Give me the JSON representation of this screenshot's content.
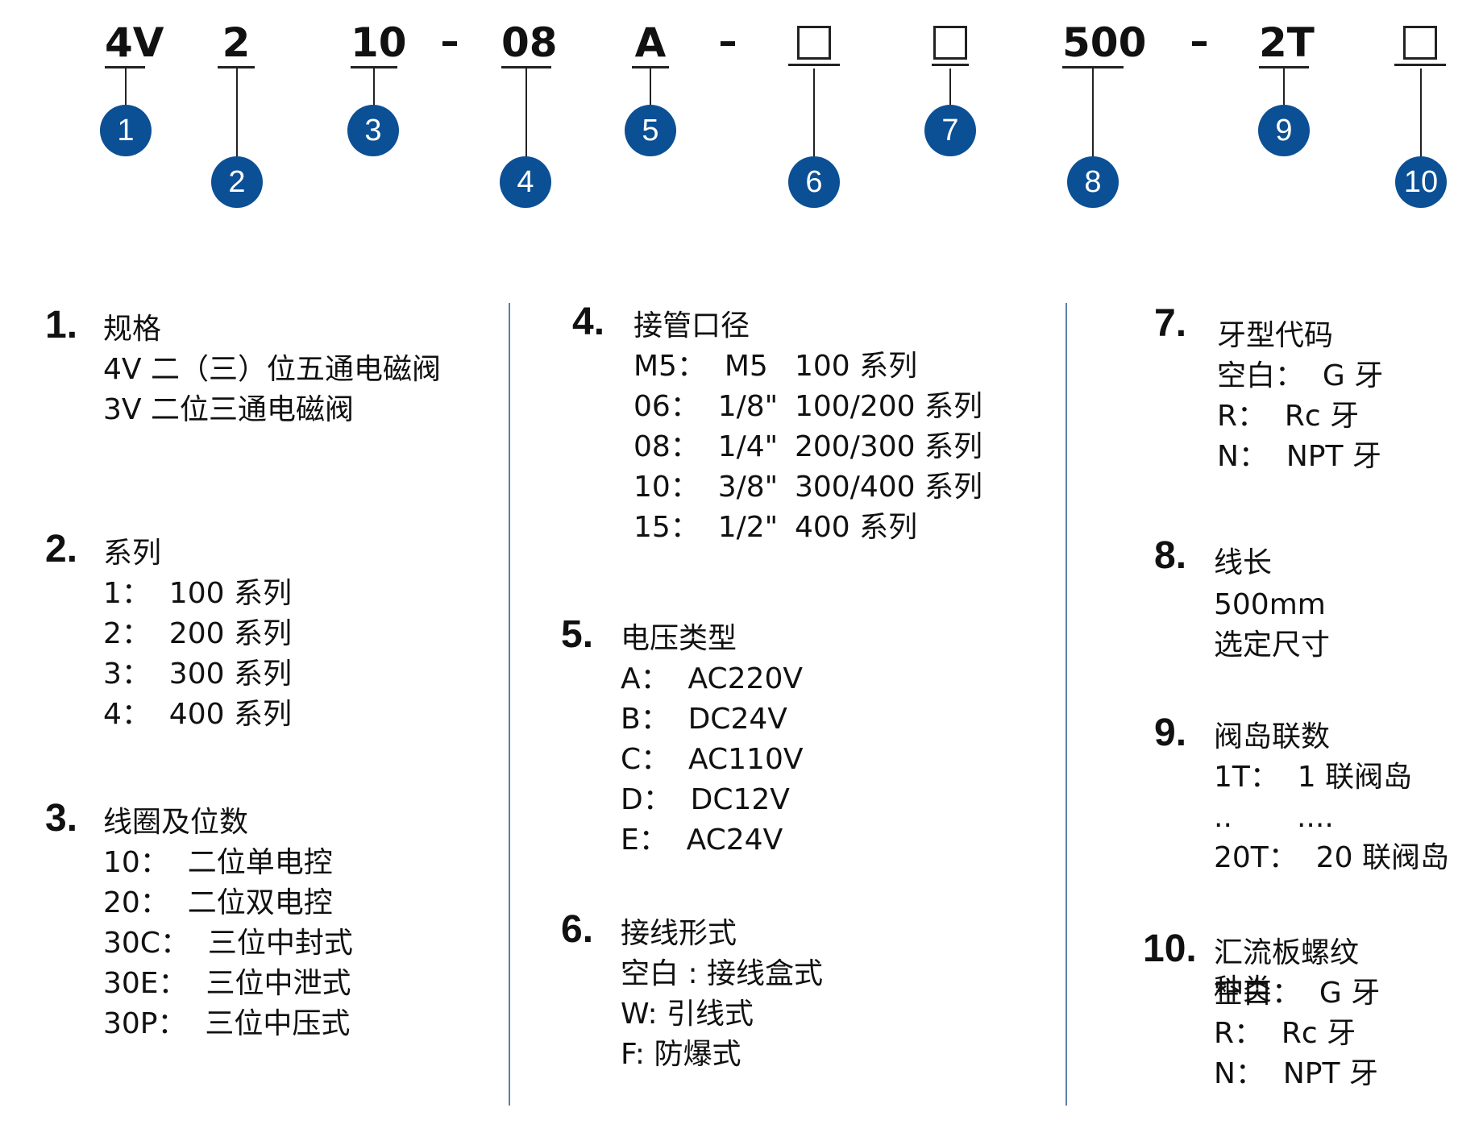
{
  "model_code": {
    "parts": [
      {
        "text": "4V",
        "marker": "1"
      },
      {
        "text": "2",
        "marker": "2"
      },
      {
        "text": "10",
        "marker": "3"
      },
      {
        "text": "08",
        "marker": "4"
      },
      {
        "text": "A",
        "marker": "5"
      },
      {
        "text": "",
        "marker": "6"
      },
      {
        "text": "",
        "marker": "7"
      },
      {
        "text": "500",
        "marker": "8"
      },
      {
        "text": "2T",
        "marker": "9"
      },
      {
        "text": "",
        "marker": "10"
      }
    ],
    "separator": "–"
  },
  "sections": [
    {
      "number": "1.",
      "title": "规格",
      "items": [
        "4V 二（三）位五通电磁阀",
        "3V 二位三通电磁阀"
      ]
    },
    {
      "number": "2.",
      "title": "系列",
      "items": [
        "1：  100 系列",
        "2：  200 系列",
        "3：  300 系列",
        "4：  400 系列"
      ]
    },
    {
      "number": "3.",
      "title": "线圈及位数",
      "items": [
        "10：  二位单电控",
        "20：  二位双电控",
        "30C：  三位中封式",
        "30E：  三位中泄式",
        "30P：  三位中压式"
      ]
    },
    {
      "number": "4.",
      "title": "接管口径",
      "rows": [
        {
          "code": "M5：  M5",
          "series": "100 系列"
        },
        {
          "code": "06：  1/8\"",
          "series": "100/200 系列"
        },
        {
          "code": "08：  1/4\"",
          "series": "200/300 系列"
        },
        {
          "code": "10：  3/8\"",
          "series": "300/400 系列"
        },
        {
          "code": "15：  1/2\"",
          "series": "400 系列"
        }
      ]
    },
    {
      "number": "5.",
      "title": "电压类型",
      "items": [
        "A：  AC220V",
        "B：  DC24V",
        "C：  AC110V",
        "D：  DC12V",
        "E：  AC24V"
      ]
    },
    {
      "number": "6.",
      "title": "接线形式",
      "items": [
        "空白 : 接线盒式",
        "W: 引线式",
        "F: 防爆式"
      ]
    },
    {
      "number": "7.",
      "title": "牙型代码",
      "items": [
        "空白：  G 牙",
        "R：  Rc 牙",
        "N：  NPT 牙"
      ]
    },
    {
      "number": "8.",
      "title": "线长",
      "items": [
        "500mm",
        "选定尺寸"
      ]
    },
    {
      "number": "9.",
      "title": "阀岛联数",
      "items": [
        "1T：  1 联阀岛",
        "..       ....",
        "20T：  20 联阀岛"
      ]
    },
    {
      "number": "10.",
      "title": "汇流板螺纹种类",
      "items": [
        "空白：  G 牙",
        "R：  Rc 牙",
        "N：  NPT 牙"
      ]
    }
  ],
  "colors": {
    "marker": "#0b4f95",
    "divider": "#5d7fa8"
  }
}
